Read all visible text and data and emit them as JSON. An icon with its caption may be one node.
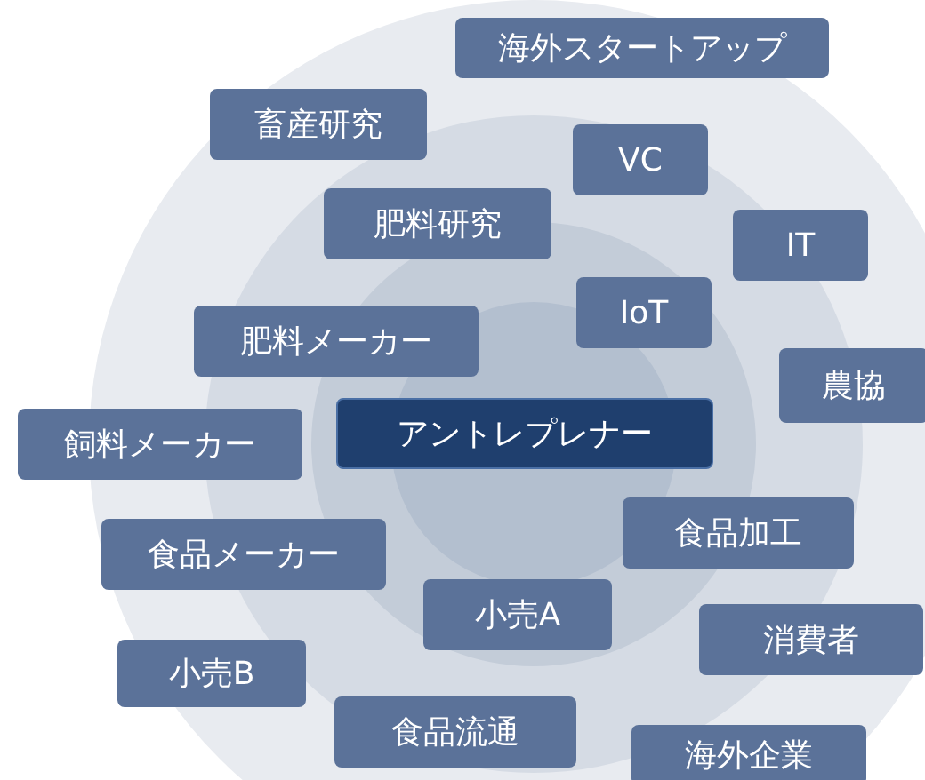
{
  "diagram": {
    "nodes": [
      {
        "text": [
          "海外スタートアップ"
        ]
      },
      {
        "text": [
          "畜産研究"
        ]
      },
      {
        "text": [
          "VC"
        ]
      },
      {
        "text": [
          "肥料研究"
        ]
      },
      {
        "text": [
          "IT"
        ]
      },
      {
        "text": [
          "IoT"
        ]
      },
      {
        "text": [
          "肥料メーカー"
        ]
      },
      {
        "text": [
          "農協"
        ]
      },
      {
        "text": [
          "飼料メーカー"
        ]
      },
      {
        "text": [
          "アントレプレナー"
        ]
      },
      {
        "text": [
          "食品加工"
        ]
      },
      {
        "text": [
          "食品メーカー"
        ]
      },
      {
        "text": [
          "小売A"
        ]
      },
      {
        "text": [
          "消費者"
        ]
      },
      {
        "text": [
          "小売B"
        ]
      },
      {
        "text": [
          "食品流通"
        ]
      },
      {
        "text": [
          "海外企業"
        ]
      }
    ]
  }
}
